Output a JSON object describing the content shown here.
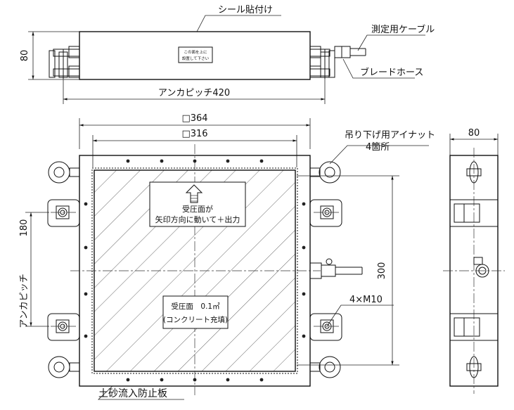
{
  "labels": {
    "seal": "シール貼付け",
    "cable": "測定用ケーブル",
    "braid_hose": "ブレードホース",
    "anchor_pitch_top": "アンカピッチ420",
    "side_height": "80",
    "notice_line1": "この面を上に",
    "notice_line2": "設置して下さい",
    "outer_square": "□364",
    "inner_square": "□316",
    "eye_nut": "吊り下げ用アイナット",
    "eye_nut_count": "4箇所",
    "side_width": "80",
    "pressure_line1": "受圧面が",
    "pressure_line2": "矢印方向に動いて＋出力",
    "area_line1": "受圧面　0.1㎡",
    "area_line2": "(コンクリート充填)",
    "pitch_180": "180",
    "pitch_label_v": "アンカピッチ",
    "dim_300": "300",
    "bolt_spec": "4×M10",
    "plate": "土砂流入防止板"
  }
}
